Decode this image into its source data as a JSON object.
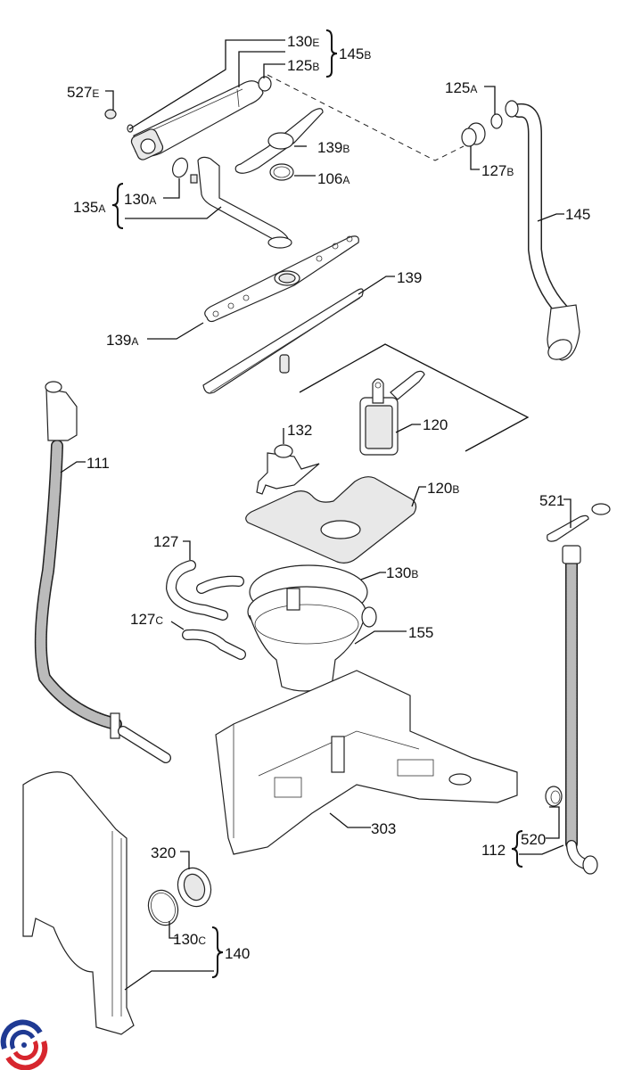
{
  "diagram": {
    "title": "Dishwasher spray arm, filter, sump and hose assembly — exploded parts view",
    "brand_colors": {
      "logo_blue": "#1f3a93",
      "logo_red": "#d7262e"
    },
    "labels": [
      {
        "id": "130E",
        "num": "130",
        "suffix": "E"
      },
      {
        "id": "145B",
        "num": "145",
        "suffix": "B"
      },
      {
        "id": "125B",
        "num": "125",
        "suffix": "B"
      },
      {
        "id": "527E",
        "num": "527",
        "suffix": "E"
      },
      {
        "id": "125A",
        "num": "125",
        "suffix": "A"
      },
      {
        "id": "127B",
        "num": "127",
        "suffix": "B"
      },
      {
        "id": "139B",
        "num": "139",
        "suffix": "B"
      },
      {
        "id": "106A",
        "num": "106",
        "suffix": "A"
      },
      {
        "id": "135A",
        "num": "135",
        "suffix": "A"
      },
      {
        "id": "130A",
        "num": "130",
        "suffix": "A"
      },
      {
        "id": "145",
        "num": "145",
        "suffix": ""
      },
      {
        "id": "139",
        "num": "139",
        "suffix": ""
      },
      {
        "id": "139A",
        "num": "139",
        "suffix": "A"
      },
      {
        "id": "111",
        "num": "111",
        "suffix": ""
      },
      {
        "id": "132",
        "num": "132",
        "suffix": ""
      },
      {
        "id": "120",
        "num": "120",
        "suffix": ""
      },
      {
        "id": "120B",
        "num": "120",
        "suffix": "B"
      },
      {
        "id": "521",
        "num": "521",
        "suffix": ""
      },
      {
        "id": "127",
        "num": "127",
        "suffix": ""
      },
      {
        "id": "130B",
        "num": "130",
        "suffix": "B"
      },
      {
        "id": "127C",
        "num": "127",
        "suffix": "C"
      },
      {
        "id": "155",
        "num": "155",
        "suffix": ""
      },
      {
        "id": "303",
        "num": "303",
        "suffix": ""
      },
      {
        "id": "112",
        "num": "112",
        "suffix": ""
      },
      {
        "id": "520",
        "num": "520",
        "suffix": ""
      },
      {
        "id": "320",
        "num": "320",
        "suffix": ""
      },
      {
        "id": "130C",
        "num": "130",
        "suffix": "C"
      },
      {
        "id": "140",
        "num": "140",
        "suffix": ""
      }
    ],
    "groups": [
      {
        "assembly": "145B",
        "includes": [
          "130E",
          "125B"
        ]
      },
      {
        "assembly": "135A",
        "includes": [
          "130A"
        ]
      },
      {
        "assembly": "112",
        "includes": [
          "520"
        ]
      },
      {
        "assembly": "140",
        "includes": [
          "130C"
        ]
      }
    ]
  }
}
